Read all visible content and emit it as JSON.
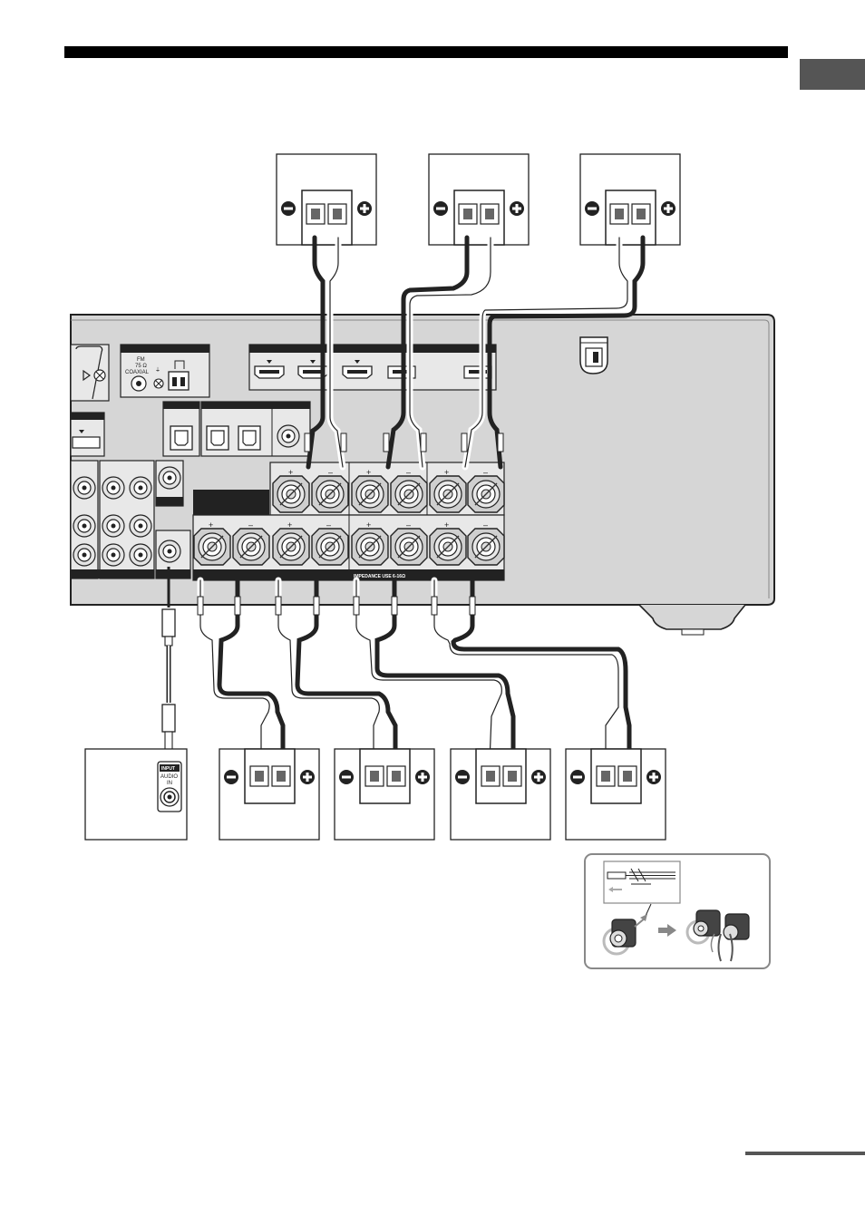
{
  "page": {
    "title_bar_color": "#000000",
    "side_tab_color": "#555555",
    "continued_rule_color": "#555555"
  },
  "receiver": {
    "panel_color": "#d6d6d6",
    "outline_color": "#222222",
    "fm_label": "FM",
    "fm_impedance": "75 Ω",
    "coaxial_label": "COAXIAL",
    "impedance_label": "IMPEDANCE USE 6-16Ω",
    "plus_label": "+",
    "minus_label": "–"
  },
  "subwoofer": {
    "input_label": "INPUT",
    "audio_label": "AUDIO",
    "in_label": "IN"
  },
  "speaker_terminal": {
    "minus_symbol": "−",
    "plus_symbol": "+"
  },
  "icons": [
    "speaker-terminal-icon",
    "wire-strip-icon",
    "binding-post-icon",
    "arrow-right-icon"
  ]
}
